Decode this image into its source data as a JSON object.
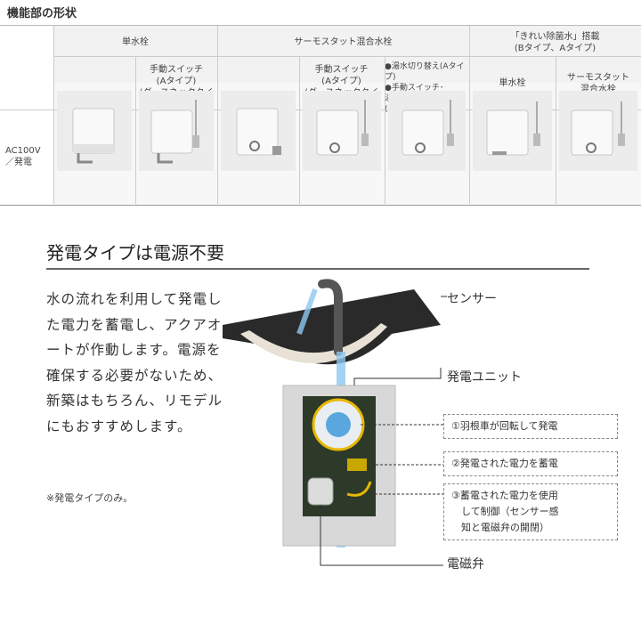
{
  "page_title": "機能部の形状",
  "table": {
    "groups": [
      "単水栓",
      "サーモスタット混合水栓",
      "「きれい除菌水」搭載\n(Bタイプ、Aタイプ)"
    ],
    "subheaders": {
      "manual_switch": "手動スイッチ\n(Aタイプ)\n(グースネックタイプ)",
      "thermo_manual": "手動スイッチ\n(Aタイプ)\n(グースネックタイプ)",
      "options_1": "●湯水切り替え(Aタイプ)",
      "options_2": "●手動スイッチ･\n湯水切り替え\n(グースネックタイプ)",
      "clean_single": "単水栓",
      "clean_thermo": "サーモスタット\n混合水栓"
    },
    "row_label": "AC100V\n／発電"
  },
  "section": {
    "title": "発電タイプは電源不要",
    "description": "水の流れを利用して発電した電力を蓄電し、アクアオートが作動します。電源を確保する必要がないため、新築はもちろん、リモデルにもおすすめします。",
    "note": "※発電タイプのみ。"
  },
  "diagram": {
    "sensor_label": "センサー",
    "unit_label": "発電ユニット",
    "step1": "①羽根車が回転して発電",
    "step2": "②発電された電力を蓄電",
    "step3": "③蓄電された電力を使用\n　して制御（センサー感\n　知と電磁弁の開閉）",
    "valve_label": "電磁弁"
  },
  "colors": {
    "accent": "#e8b800",
    "water": "#8ec8f0",
    "panel": "#f2f2f2"
  }
}
